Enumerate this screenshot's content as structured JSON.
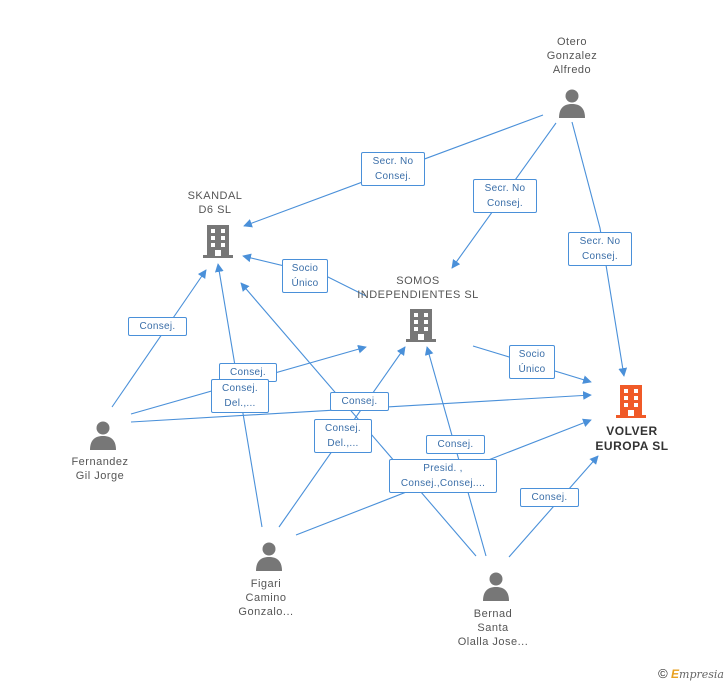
{
  "nodes": {
    "otero": {
      "lines": [
        "Otero",
        "Gonzalez",
        "Alfredo"
      ],
      "type": "person"
    },
    "skandal": {
      "lines": [
        "SKANDAL",
        "D6 SL"
      ],
      "type": "company"
    },
    "somos": {
      "lines": [
        "SOMOS",
        "INDEPENDIENTES SL"
      ],
      "type": "company"
    },
    "volver": {
      "lines": [
        "VOLVER",
        "EUROPA SL"
      ],
      "type": "company-main"
    },
    "fernandez": {
      "lines": [
        "Fernandez",
        "Gil Jorge"
      ],
      "type": "person"
    },
    "figari": {
      "lines": [
        "Figari",
        "Camino",
        "Gonzalo..."
      ],
      "type": "person"
    },
    "bernad": {
      "lines": [
        "Bernad",
        "Santa",
        "Olalla Jose..."
      ],
      "type": "person"
    }
  },
  "edge_labels": {
    "otero_skandal": [
      "Secr. No",
      "Consej."
    ],
    "otero_somos": [
      "Secr. No",
      "Consej."
    ],
    "otero_volver": [
      "Secr. No",
      "Consej."
    ],
    "somos_skandal": [
      "Socio",
      "Único"
    ],
    "somos_volver": [
      "Socio",
      "Único"
    ],
    "fernandez_skandal": [
      "Consej."
    ],
    "fernandez_somos": [
      "Consej."
    ],
    "fernandez_volver": [
      "Consej.",
      "Del.,..."
    ],
    "figari_skandal": [
      "Consej."
    ],
    "figari_somos": [
      "Consej.",
      "Del.,..."
    ],
    "bernad_somos": [
      "Consej."
    ],
    "figari_volver": [
      "Presid. ,",
      "Consej.,Consej...."
    ],
    "bernad_volver": [
      "Consej."
    ]
  },
  "colors": {
    "edge": "#4a90d9",
    "person_icon": "#777777",
    "company_icon": "#777777",
    "main_company_icon": "#f05a28"
  },
  "footer": {
    "copyright": "©",
    "brand_e": "E",
    "brand_rest": "mpresia"
  }
}
